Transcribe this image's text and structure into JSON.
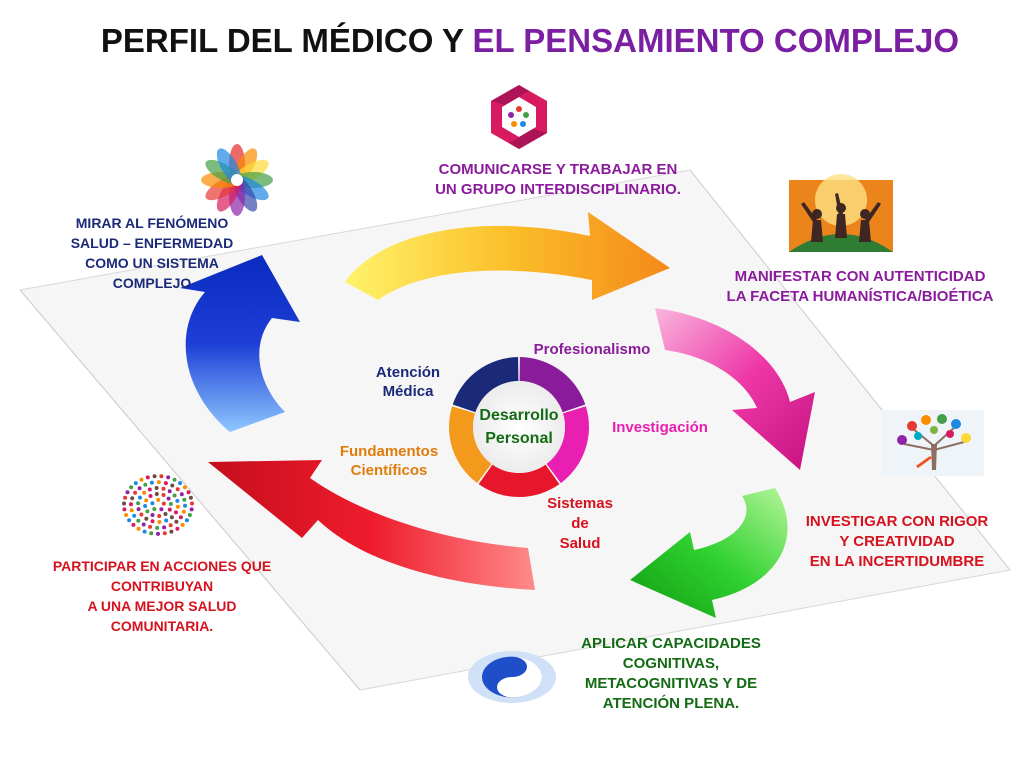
{
  "title": {
    "part1": "PERFIL DEL MÉDICO Y",
    "part2": "EL PENSAMIENTO COMPLEJO"
  },
  "colors": {
    "title_accent": "#7b1fa2",
    "blue": "#1d3fd6",
    "orange": "#f39a1c",
    "magenta": "#e9179a",
    "green": "#1fbf1f",
    "red": "#e8162a",
    "navy_text": "#1b2a78",
    "violet_text": "#8a1c9c",
    "darkgreen_text": "#136b14",
    "red_text": "#d6121f"
  },
  "labels": {
    "top": [
      "COMUNICARSE Y TRABAJAR EN",
      "UN GRUPO INTERDISCIPLINARIO."
    ],
    "left": [
      "MIRAR AL FENÓMENO",
      "SALUD – ENFERMEDAD",
      "COMO UN SISTEMA",
      "COMPLEJO"
    ],
    "right_top": [
      "MANIFESTAR CON AUTENTICIDAD",
      "LA FACETA HUMANÍSTICA/BIOÉTICA"
    ],
    "right_bottom": [
      "INVESTIGAR CON RIGOR",
      "Y CREATIVIDAD",
      "EN LA INCERTIDUMBRE"
    ],
    "bottom": [
      "APLICAR CAPACIDADES",
      "COGNITIVAS,",
      "METACOGNITIVAS Y DE",
      "ATENCIÓN PLENA."
    ],
    "left_bottom": [
      "PARTICIPAR EN ACCIONES QUE",
      "CONTRIBUYAN",
      "A UNA MEJOR SALUD",
      "COMUNITARIA."
    ]
  },
  "ring": {
    "center": [
      "Desarrollo",
      "Personal"
    ],
    "segments": [
      {
        "label": [
          "Profesionalismo"
        ],
        "color": "#8a1c9c"
      },
      {
        "label": [
          "Investigación"
        ],
        "color": "#e81fb0"
      },
      {
        "label": [
          "Sistemas",
          "de",
          "Salud"
        ],
        "color": "#e8162a"
      },
      {
        "label": [
          "Fundamentos",
          "Científicos"
        ],
        "color": "#f39a1c"
      },
      {
        "label": [
          "Atención",
          "Médica"
        ],
        "color": "#1b2a78"
      }
    ]
  },
  "icons": [
    "hexagon-team-logo",
    "flower-mandala-icon",
    "people-celebrating-image",
    "idea-tree-icon",
    "yin-yang-icon",
    "network-sphere-icon"
  ]
}
